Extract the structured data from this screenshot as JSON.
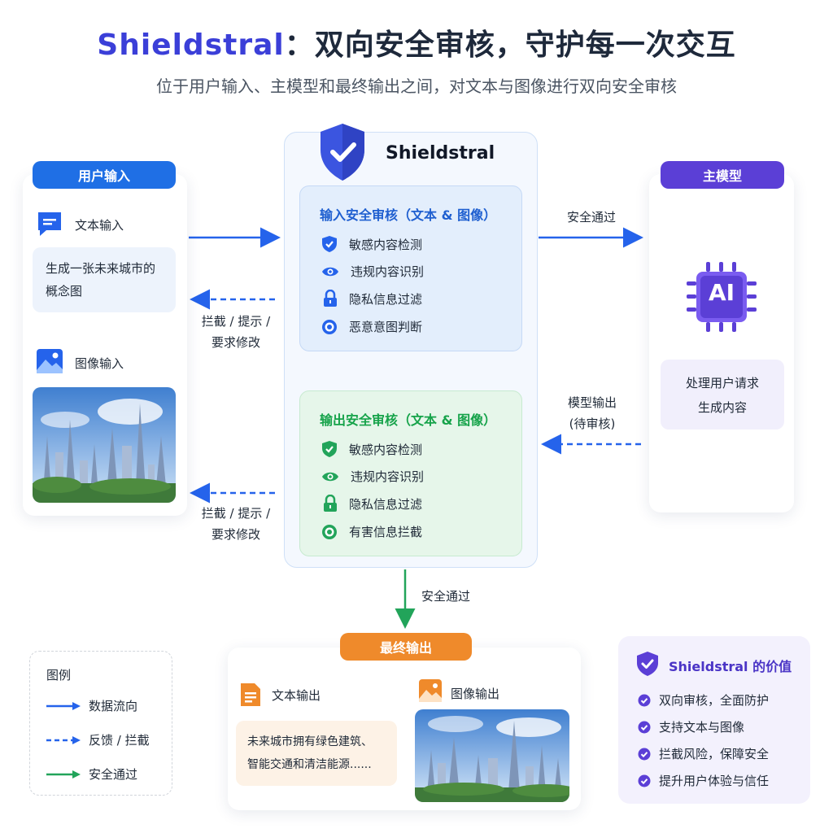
{
  "header": {
    "title_brand": "Shieldstral",
    "title_rest": "：双向安全审核，守护每一次交互",
    "subtitle": "位于用户输入、主模型和最终输出之间，对文本与图像进行双向安全审核"
  },
  "user_input": {
    "pill": "用户输入",
    "text_label": "文本输入",
    "text_content": "生成一张未来城市的概念图",
    "image_label": "图像输入"
  },
  "shieldstral": {
    "name": "Shieldstral",
    "input_review": {
      "title": "输入安全审核（文本 & 图像）",
      "items": [
        "敏感内容检测",
        "违规内容识别",
        "隐私信息过滤",
        "恶意意图判断"
      ]
    },
    "output_review": {
      "title": "输出安全审核（文本 & 图像）",
      "items": [
        "敏感内容检测",
        "违规内容识别",
        "隐私信息过滤",
        "有害信息拦截"
      ]
    }
  },
  "main_model": {
    "pill": "主模型",
    "chip": "AI",
    "task_line1": "处理用户请求",
    "task_line2": "生成内容"
  },
  "edges": {
    "pass_to_model": "安全通过",
    "block1_line1": "拦截 / 提示 /",
    "block1_line2": "要求修改",
    "model_out_line1": "模型输出",
    "model_out_line2": "(待审核)",
    "block2_line1": "拦截 / 提示 /",
    "block2_line2": "要求修改",
    "pass_to_output": "安全通过"
  },
  "final_output": {
    "pill": "最终输出",
    "text_label": "文本输出",
    "text_content_line1": "未来城市拥有绿色建筑、",
    "text_content_line2": "智能交通和清洁能源......",
    "image_label": "图像输出"
  },
  "legend": {
    "title": "图例",
    "items": [
      "数据流向",
      "反馈 / 拦截",
      "安全通过"
    ]
  },
  "value": {
    "title": "Shieldstral 的价值",
    "items": [
      "双向审核，全面防护",
      "支持文本与图像",
      "拦截风险，保障安全",
      "提升用户体验与信任"
    ]
  },
  "colors": {
    "blue": "#2563eb",
    "green": "#22a45a",
    "purple": "#5b3fd6",
    "orange": "#ef8a2b"
  }
}
